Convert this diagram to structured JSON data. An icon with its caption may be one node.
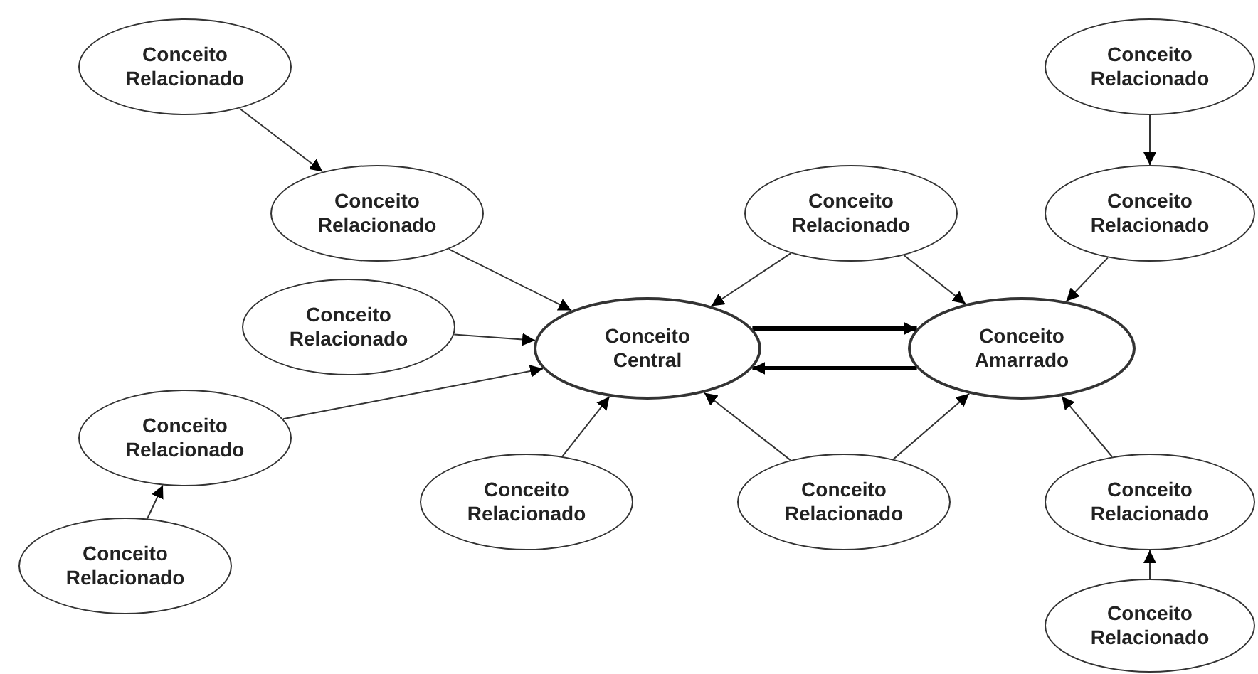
{
  "diagram": {
    "nodes": [
      {
        "text": [
          "Conceito Relacionado"
        ]
      },
      {
        "text": [
          "Conceito Relacionado"
        ]
      },
      {
        "text": [
          "Conceito Relacionado"
        ]
      },
      {
        "text": [
          "Conceito Relacionado"
        ]
      },
      {
        "text": [
          "Conceito Relacionado"
        ]
      },
      {
        "text": [
          "Conceito Central"
        ]
      },
      {
        "text": [
          "Conceito Relacionado"
        ]
      },
      {
        "text": [
          "Conceito Amarrado"
        ]
      },
      {
        "text": [
          "Conceito Relacionado"
        ]
      },
      {
        "text": [
          "Conceito Relacionado"
        ]
      },
      {
        "text": [
          "Conceito Relacionado"
        ]
      },
      {
        "text": [
          "Conceito Relacionado"
        ]
      },
      {
        "text": [
          "Conceito Relacionado"
        ]
      },
      {
        "text": [
          "Conceito Relacionado"
        ]
      }
    ],
    "edges": [
      {
        "from": 0,
        "to": 1,
        "arrow": "to"
      },
      {
        "from": 1,
        "to": 5,
        "arrow": "to"
      },
      {
        "from": 2,
        "to": 5,
        "arrow": "to"
      },
      {
        "from": 3,
        "to": 5,
        "arrow": "to"
      },
      {
        "from": 4,
        "to": 3,
        "arrow": "to"
      },
      {
        "from": 10,
        "to": 5,
        "arrow": "to"
      },
      {
        "from": 6,
        "to": 5,
        "arrow": "to"
      },
      {
        "from": 6,
        "to": 7,
        "arrow": "to"
      },
      {
        "from": 11,
        "to": 5,
        "arrow": "to"
      },
      {
        "from": 11,
        "to": 7,
        "arrow": "to"
      },
      {
        "from": 8,
        "to": 9,
        "arrow": "to"
      },
      {
        "from": 9,
        "to": 7,
        "arrow": "to"
      },
      {
        "from": 12,
        "to": 7,
        "arrow": "to"
      },
      {
        "from": 13,
        "to": 12,
        "arrow": "to"
      },
      {
        "from": 5,
        "to": 7,
        "arrow": "to",
        "style": "thick"
      },
      {
        "from": 7,
        "to": 5,
        "arrow": "to",
        "style": "thick"
      }
    ]
  }
}
